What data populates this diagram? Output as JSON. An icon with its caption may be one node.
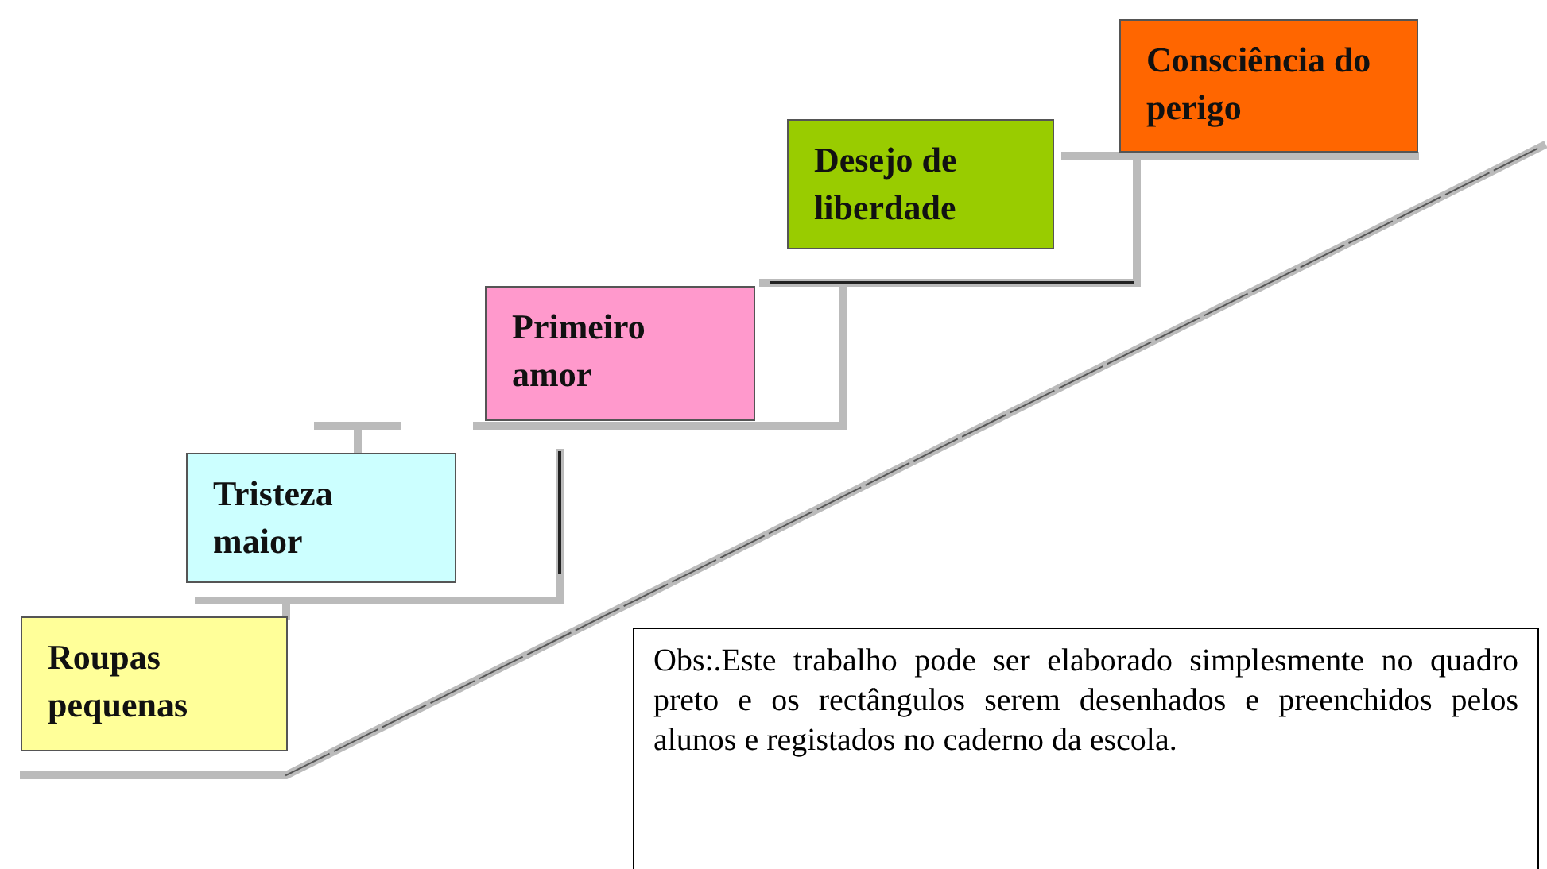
{
  "diagram": {
    "nodes": [
      {
        "text": [
          "Roupas pequenas"
        ]
      },
      {
        "text": [
          "Tristeza maior"
        ]
      },
      {
        "text": [
          "Primeiro amor"
        ]
      },
      {
        "text": [
          "Desejo de liberdade"
        ]
      },
      {
        "text": [
          "Consciência do perigo"
        ]
      },
      {
        "text": [
          "Obs:.Este trabalho pode ser elaborado simplesmente no quadro preto e os rectângulos serem desenhados e preenchidos pelos alunos e registados no caderno da escola."
        ]
      }
    ]
  }
}
